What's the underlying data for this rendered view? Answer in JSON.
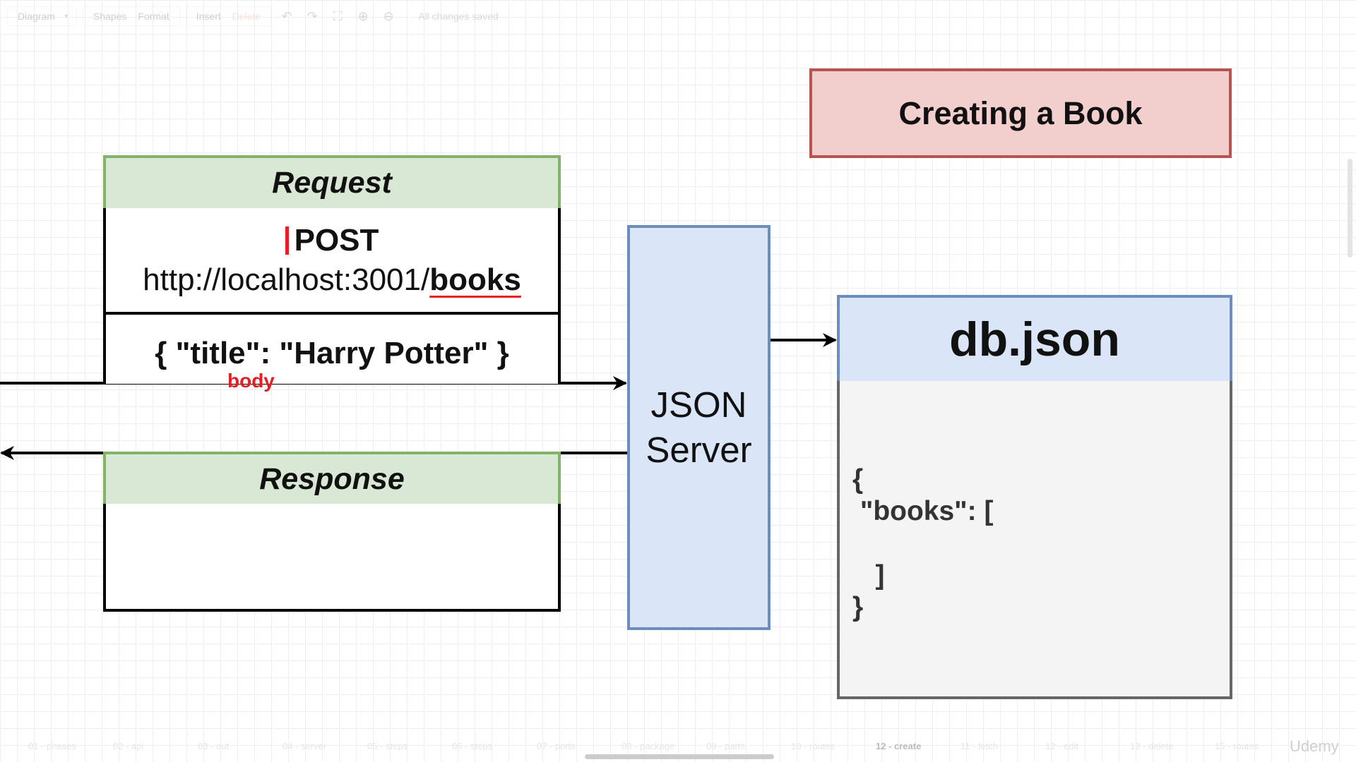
{
  "toolbar": {
    "diagram_menu": "Diagram",
    "shapes": "Shapes",
    "format": "Format",
    "insert": "Insert",
    "delete": "Delete",
    "status": "All changes saved"
  },
  "title": "Creating a Book",
  "request": {
    "header": "Request",
    "method": "POST",
    "url_base": "http://localhost:3001/",
    "url_resource": "books",
    "body": "{ \"title\": \"Harry Potter\" }",
    "body_label": "body"
  },
  "response": {
    "header": "Response"
  },
  "server": {
    "line1": "JSON",
    "line2": "Server"
  },
  "database": {
    "header": "db.json",
    "lines": [
      "{",
      " \"books\": [",
      "   ]",
      "}"
    ]
  },
  "pages": [
    "01 - phases",
    "02 - api",
    "03 - out",
    "04 - server",
    "05 - steps",
    "06 - steps",
    "07 - ports",
    "08 - package",
    "09 - parts",
    "10 - routes",
    "12 - create",
    "11 - fetch",
    "12 - edit",
    "13 - delete",
    "15 - routes"
  ],
  "active_page": "12 - create",
  "watermark": "Udemy",
  "colors": {
    "title_fill": "#f2cecc",
    "title_stroke": "#b85450",
    "green_fill": "#d9e8d4",
    "green_stroke": "#82b366",
    "blue_fill": "#dae6f8",
    "blue_stroke": "#6c8ebf",
    "accent_red": "#e81c24"
  }
}
